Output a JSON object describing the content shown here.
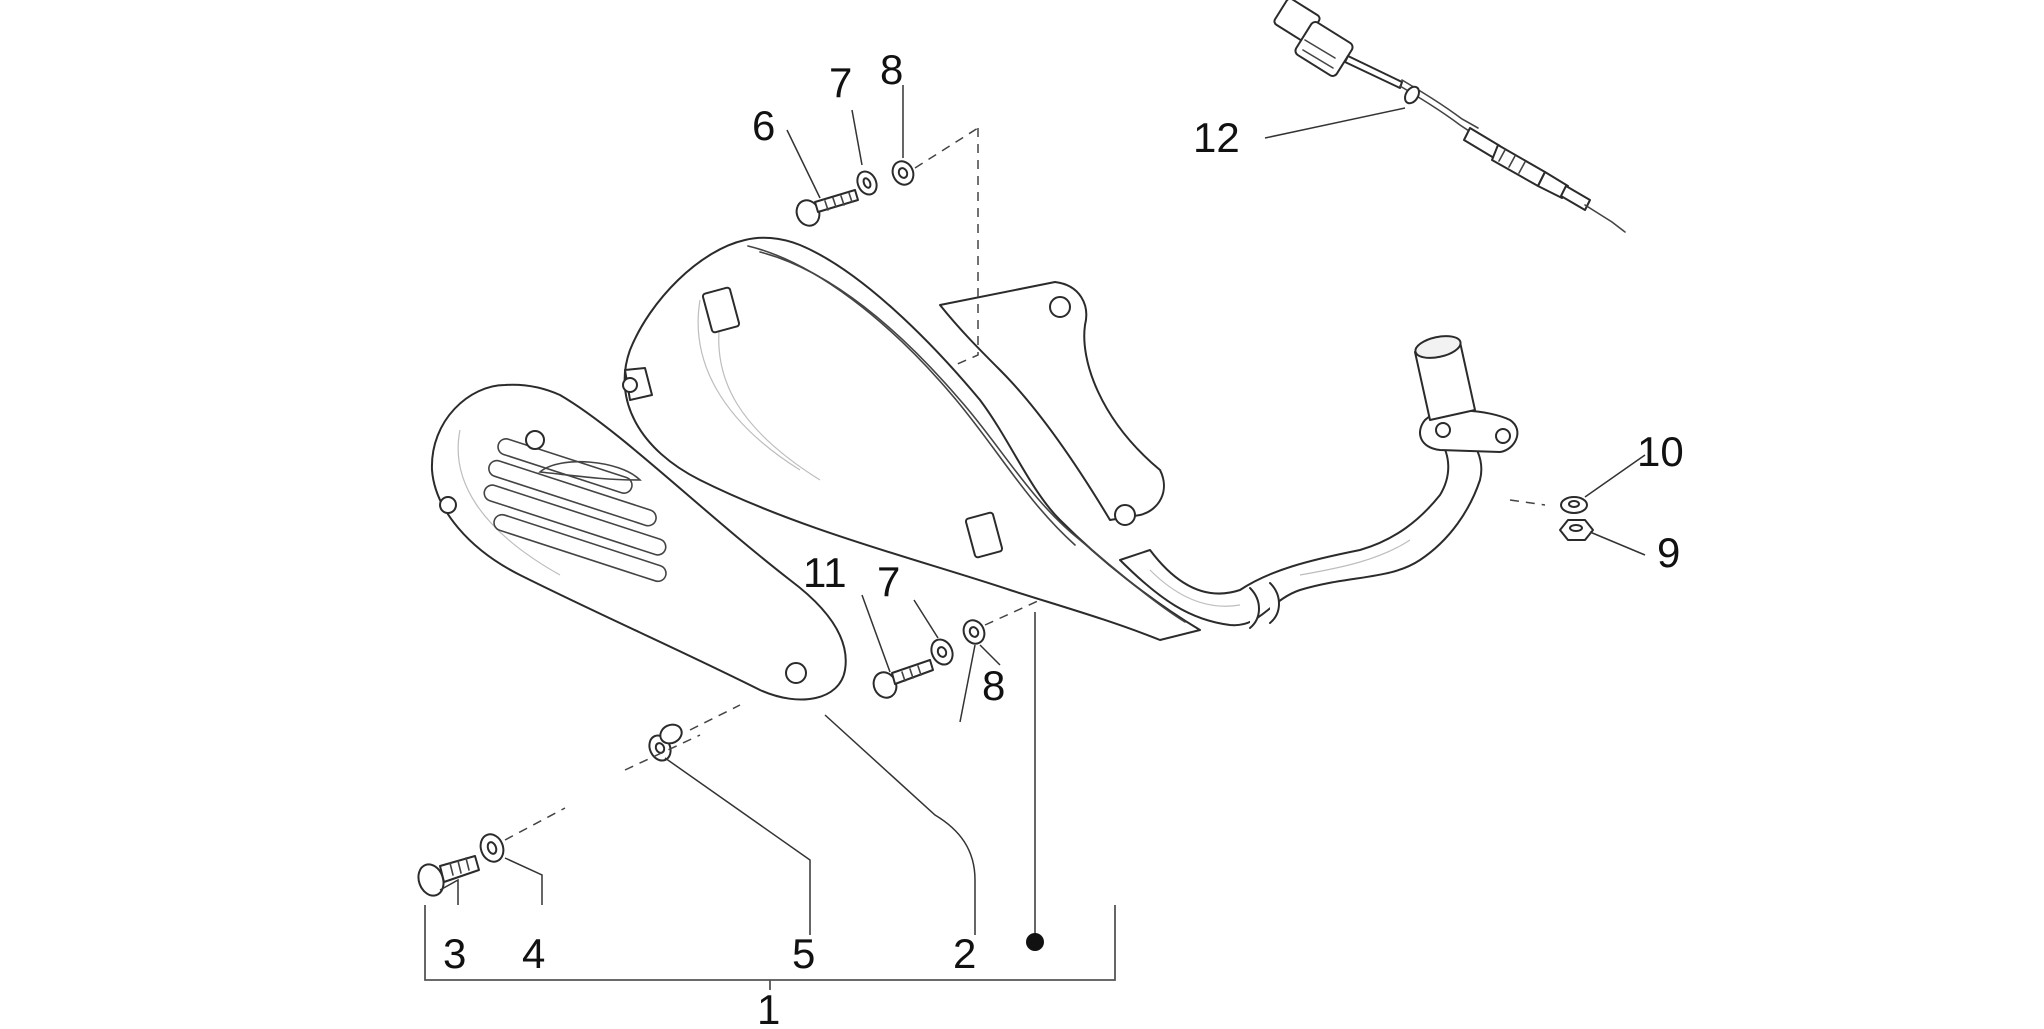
{
  "callouts": {
    "c1": "1",
    "c2": "2",
    "c3": "3",
    "c4": "4",
    "c5": "5",
    "c6": "6",
    "c7a": "7",
    "c7b": "7",
    "c8a": "8",
    "c8b": "8",
    "c9": "9",
    "c10": "10",
    "c11": "11",
    "c12": "12"
  },
  "parts": {
    "muffler": "muffler-body-icon",
    "heat_shield": "heat-shield-icon",
    "exhaust_pipe": "exhaust-pipe-icon",
    "lambda_sensor": "lambda-sensor-icon",
    "screw": "screw-icon",
    "washer": "washer-icon",
    "nut": "nut-icon",
    "bush": "bush-icon"
  },
  "colors": {
    "line": "#2b2b2b",
    "background": "#ffffff"
  }
}
